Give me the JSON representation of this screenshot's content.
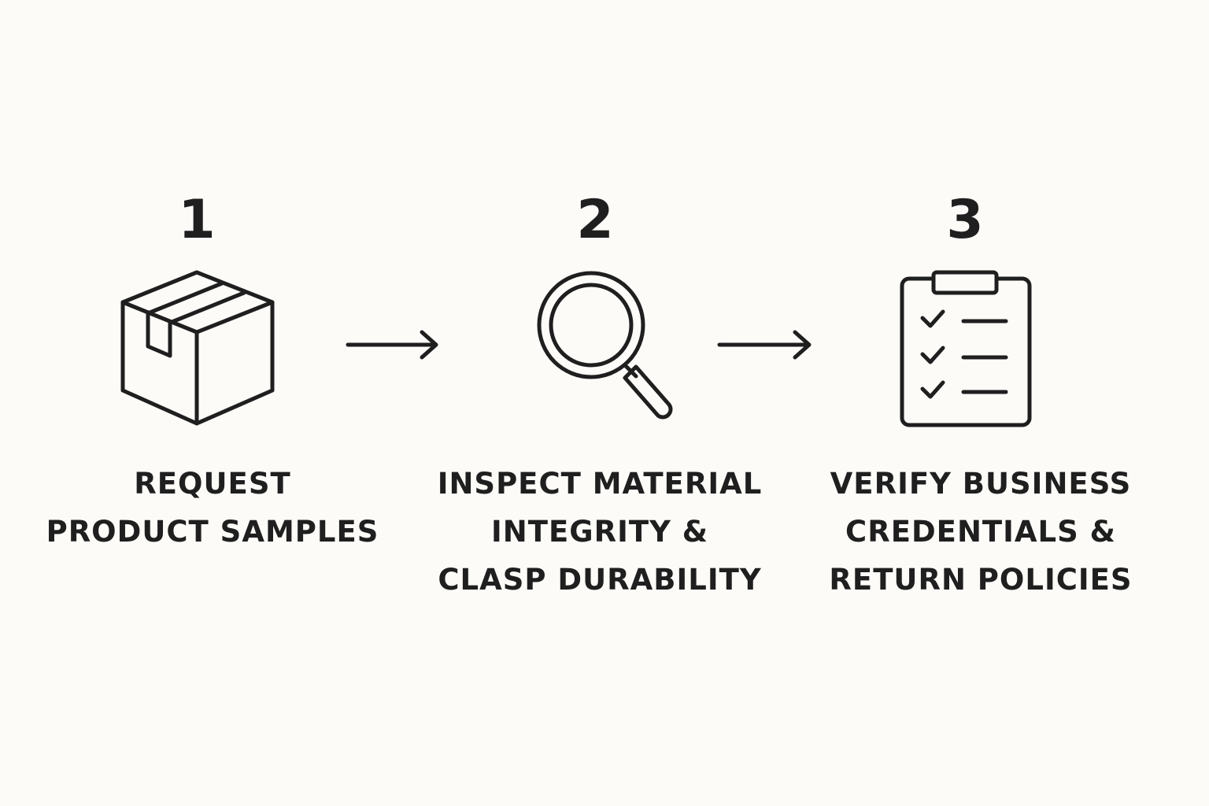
{
  "steps": [
    {
      "number": "1",
      "icon": "box-icon",
      "label_lines": [
        "REQUEST",
        "PRODUCT SAMPLES"
      ]
    },
    {
      "number": "2",
      "icon": "magnifying-glass-icon",
      "label_lines": [
        "INSPECT MATERIAL",
        "INTEGRITY &",
        "CLASP DURABILITY"
      ]
    },
    {
      "number": "3",
      "icon": "checklist-clipboard-icon",
      "label_lines": [
        "VERIFY BUSINESS",
        "CREDENTIALS &",
        "RETURN POLICIES"
      ]
    }
  ],
  "connectors": [
    "arrow-right-icon",
    "arrow-right-icon"
  ],
  "colors": {
    "background": "#fcfbf8",
    "ink": "#1f1f1f"
  }
}
